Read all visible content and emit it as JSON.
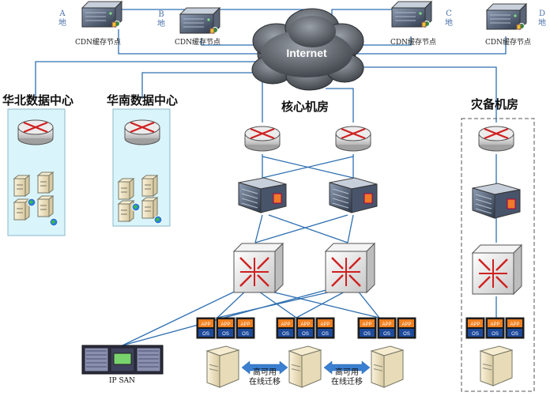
{
  "cloud_label": "Internet",
  "sites": {
    "a": {
      "letter": "A",
      "char": "地"
    },
    "b": {
      "letter": "B",
      "char": "地"
    },
    "c": {
      "letter": "C",
      "char": "地"
    },
    "d": {
      "letter": "D",
      "char": "地"
    }
  },
  "cdn_label": "CDN缓存节点",
  "dc_north": "华北数据中心",
  "dc_south": "华南数据中心",
  "core_room": "核心机房",
  "dr_room": "灾备机房",
  "san_label": "IP SAN",
  "app_label": "APP",
  "os_label": "OS",
  "migration": {
    "line1": "高可用",
    "line2": "在线迁移"
  },
  "colors": {
    "link": "#2e6fb0",
    "dc_fill": "#d9f4fa",
    "cloud": "#4b4f55",
    "app_top": "#f08020",
    "os_bottom": "#1e4a9a",
    "arrow": "#3a7fd0"
  }
}
